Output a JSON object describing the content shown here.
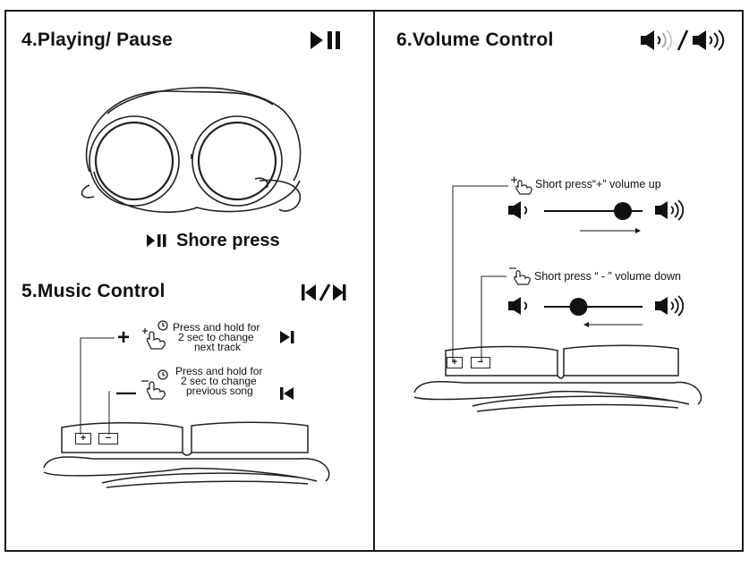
{
  "section4": {
    "title": "4.Playing/ Pause",
    "caption": "Shore press"
  },
  "section5": {
    "title": "5.Music Control",
    "plus_symbol": "+",
    "minus_symbol": "—",
    "next": {
      "line1": "Press and hold for",
      "line2": "2 sec to change",
      "line3": "next track"
    },
    "prev": {
      "line1": "Press and hold for",
      "line2": "2 sec to change",
      "line3": "previous song"
    },
    "button_plus": "+",
    "button_minus": "−"
  },
  "section6": {
    "title": "6.Volume Control",
    "up_caption": "Short press“+” volume up",
    "down_caption": "Short press “ - ” volume down",
    "button_plus": "+",
    "button_minus": "−",
    "slider_up_level": 0.8,
    "slider_down_level": 0.35
  },
  "icons": {
    "play_pause": "play-pause-icon",
    "skip": "prev-next-icon",
    "speaker": "speaker-icon",
    "finger": "finger-press-icon",
    "clock": "clock-icon"
  }
}
